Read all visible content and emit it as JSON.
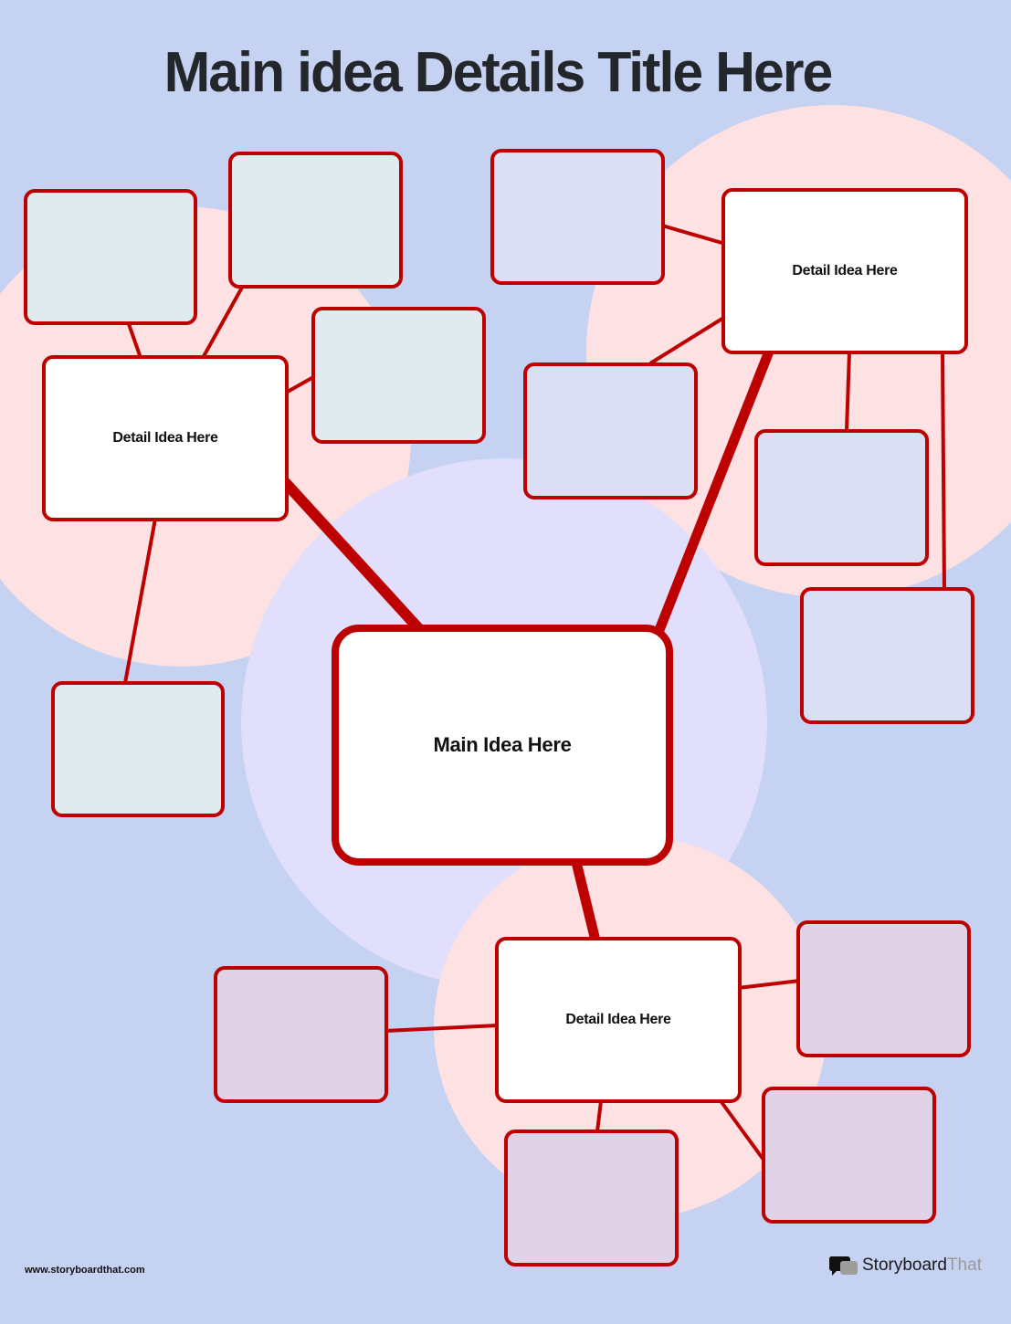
{
  "title": "Main idea Details Title Here",
  "main_idea": {
    "label": "Main Idea Here"
  },
  "branches": [
    {
      "id": "left",
      "label": "Detail Idea Here",
      "detail_boxes": 4,
      "box_color": "#e0ebef"
    },
    {
      "id": "top-right",
      "label": "Detail Idea Here",
      "detail_boxes": 4,
      "box_color": "#dbdff4"
    },
    {
      "id": "bottom",
      "label": "Detail Idea Here",
      "detail_boxes": 4,
      "box_color": "#e0d3e7"
    }
  ],
  "footer": {
    "url": "www.storyboardthat.com",
    "brand_primary": "Storyboard",
    "brand_secondary": "That"
  },
  "colors": {
    "background": "#c5d2f2",
    "stroke": "#bd0000",
    "circle_pink": "#fde1e3",
    "circle_lavender": "#e1dffc",
    "title": "#23262b"
  }
}
